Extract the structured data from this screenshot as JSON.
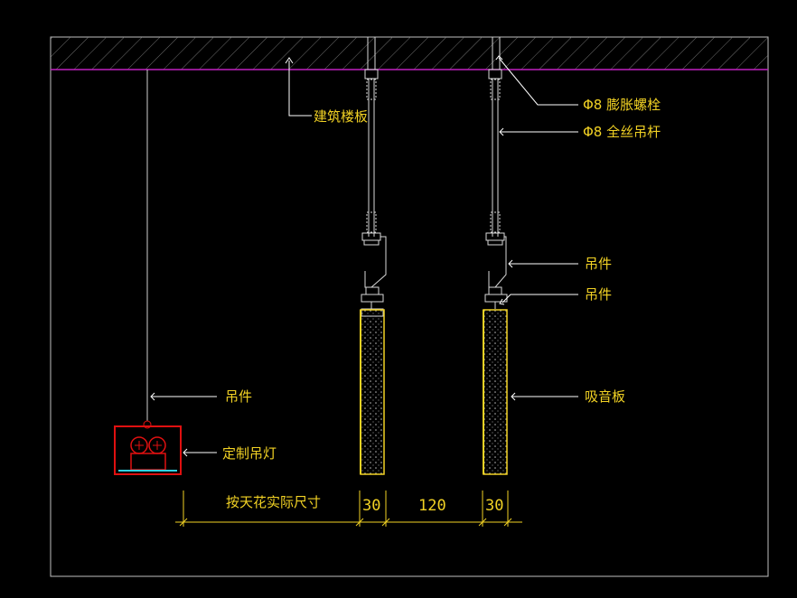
{
  "colors": {
    "background": "#000000",
    "frame": "#bfbfbf",
    "slab_hatch": "#8c8c8c",
    "slab_line": "#c020c0",
    "text": "#f2d224",
    "leader": "#ffffff",
    "rod": "#d8d8d8",
    "panel": "#f2d224",
    "lamp": "#e01010",
    "lamp_diffuser": "#30d0e0"
  },
  "labels": {
    "slab": "建筑楼板",
    "anchor_bolt": "Φ8 膨胀螺栓",
    "threaded_rod": "Φ8 全丝吊杆",
    "hanger_upper": "吊件",
    "hanger_lower": "吊件",
    "acoustic_panel": "吸音板",
    "lamp_hanger": "吊件",
    "custom_pendant_lamp": "定制吊灯"
  },
  "dimensions": {
    "ceiling_actual_size": "按天花实际尺寸",
    "panel_width_left": "30",
    "gap": "120",
    "panel_width_right": "30"
  }
}
